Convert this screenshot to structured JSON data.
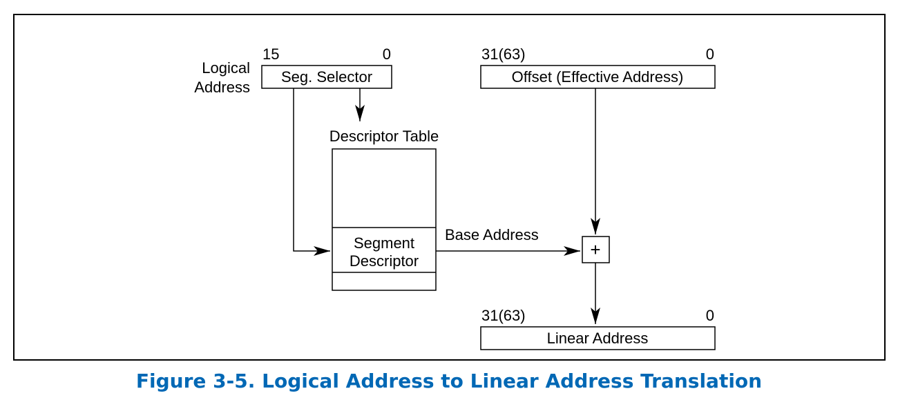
{
  "diagram": {
    "logical_address": {
      "line1": "Logical",
      "line2": "Address"
    },
    "selector": {
      "label": "Seg. Selector",
      "hi_bit": "15",
      "lo_bit": "0"
    },
    "offset": {
      "label": "Offset (Effective Address)",
      "hi_bit": "31(63)",
      "lo_bit": "0"
    },
    "descriptor_table": {
      "title": "Descriptor Table"
    },
    "segment_descriptor": {
      "line1": "Segment",
      "line2": "Descriptor"
    },
    "base_address": "Base Address",
    "adder": "+",
    "linear": {
      "label": "Linear Address",
      "hi_bit": "31(63)",
      "lo_bit": "0"
    }
  },
  "caption": {
    "text": "Figure 3-5.  Logical Address to Linear Address Translation",
    "color": "#0068b5"
  }
}
